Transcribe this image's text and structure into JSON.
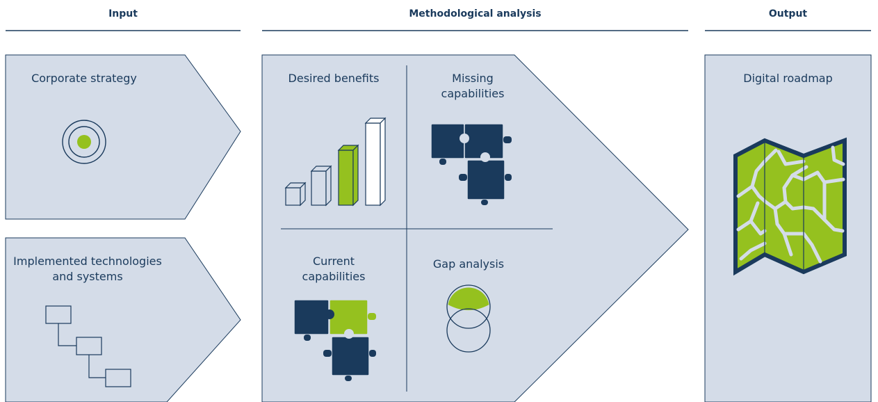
{
  "headers": {
    "input": "Input",
    "analysis": "Methodological analysis",
    "output": "Output"
  },
  "input": {
    "strategy_label": "Corporate strategy",
    "tech_label_line1": "Implemented technologies",
    "tech_label_line2": "and systems"
  },
  "analysis": {
    "desired_benefits": "Desired benefits",
    "missing_line1": "Missing",
    "missing_line2": "capabilities",
    "current_line1": "Current",
    "current_line2": "capabilities",
    "gap_analysis": "Gap analysis"
  },
  "output": {
    "roadmap_label": "Digital roadmap"
  },
  "colors": {
    "panel_fill": "#d4dce8",
    "border": "#1a3a5c",
    "accent_green": "#95c11f",
    "navy": "#1a3a5c"
  }
}
